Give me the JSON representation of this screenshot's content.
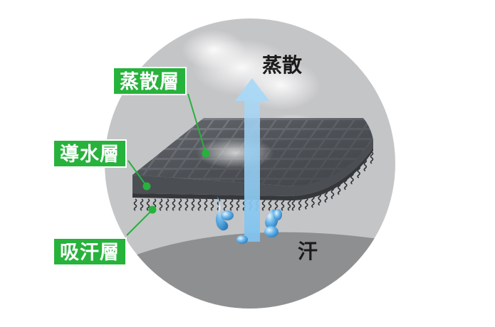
{
  "labels": {
    "evaporation_layer": "蒸散層",
    "water_transport_layer": "導水層",
    "sweat_absorbing_layer": "吸汗層",
    "evaporation": "蒸散",
    "sweat": "汗"
  },
  "colors": {
    "label_green": "#27b23c",
    "circle_gray": "#c4c5c7",
    "skin_gray": "#8e8f91",
    "fabric_dark": "#5a5d63",
    "water_blue": "#5aa9e0"
  },
  "icons": [
    "evaporation-arrow-icon",
    "water-droplet-icon",
    "steam-cloud-icon",
    "fiber-wave-icon"
  ]
}
